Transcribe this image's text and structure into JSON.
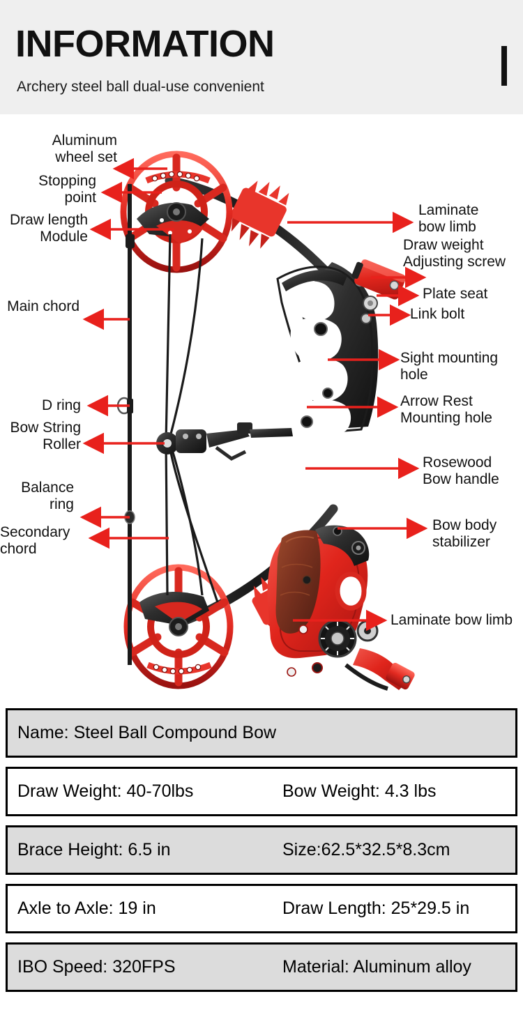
{
  "header": {
    "title": "INFORMATION",
    "subtitle": "Archery steel ball dual-use convenient",
    "accent_bar": "vertical-bar"
  },
  "colors": {
    "header_bg": "#efefef",
    "accent_red": "#e8211c",
    "bow_red": "#e8342b",
    "bow_black": "#2b2b2b",
    "rosewood": "#8c3a24",
    "row_shade": "#dcdcdc",
    "text": "#111111"
  },
  "callouts": {
    "left": [
      {
        "name": "aluminum-wheel-set",
        "text": "Aluminum\nwheel set"
      },
      {
        "name": "stopping-point",
        "text": "Stopping\npoint"
      },
      {
        "name": "draw-length-module",
        "text": "Draw length\nModule"
      },
      {
        "name": "main-chord",
        "text": "Main chord"
      },
      {
        "name": "d-ring",
        "text": "D ring"
      },
      {
        "name": "bow-string-roller",
        "text": "Bow String\nRoller"
      },
      {
        "name": "balance-ring",
        "text": "Balance\nring"
      },
      {
        "name": "secondary-chord",
        "text": "Secondary\nchord"
      }
    ],
    "right": [
      {
        "name": "laminate-bow-limb-top",
        "text": "Laminate\nbow limb"
      },
      {
        "name": "draw-weight-adjusting-screw",
        "text": "Draw weight\nAdjusting screw"
      },
      {
        "name": "plate-seat",
        "text": "Plate seat"
      },
      {
        "name": "link-bolt",
        "text": "Link bolt"
      },
      {
        "name": "sight-mounting-hole",
        "text": "Sight mounting\nhole"
      },
      {
        "name": "arrow-rest-mounting-hole",
        "text": "Arrow Rest\nMounting hole"
      },
      {
        "name": "rosewood-bow-handle",
        "text": "Rosewood\nBow handle"
      },
      {
        "name": "bow-body-stabilizer",
        "text": "Bow body\nstabilizer"
      },
      {
        "name": "laminate-bow-limb-bottom",
        "text": "Laminate bow limb"
      }
    ]
  },
  "specs": {
    "rows": [
      {
        "shaded": true,
        "full": "Name: Steel Ball Compound  Bow",
        "c1": null,
        "c2": null
      },
      {
        "shaded": false,
        "full": null,
        "c1": "Draw Weight: 40-70lbs",
        "c2": "Bow Weight: 4.3 lbs"
      },
      {
        "shaded": true,
        "full": null,
        "c1": "Brace Height: 6.5 in",
        "c2": "Size:62.5*32.5*8.3cm"
      },
      {
        "shaded": false,
        "full": null,
        "c1": "Axle to Axle: 19 in",
        "c2": "Draw Length: 25*29.5 in"
      },
      {
        "shaded": true,
        "full": null,
        "c1": "IBO Speed: 320FPS",
        "c2": "Material: Aluminum alloy"
      }
    ]
  }
}
